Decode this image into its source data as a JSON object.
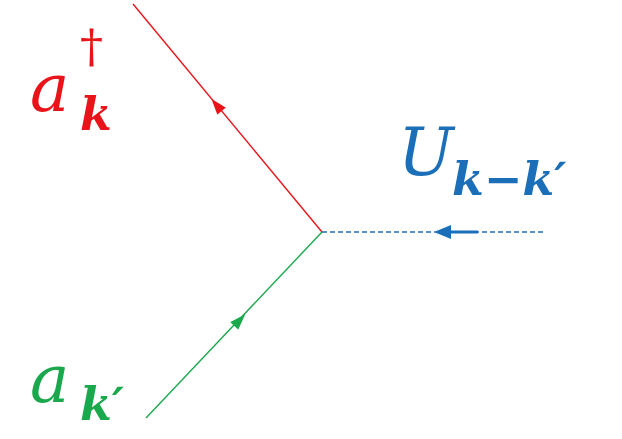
{
  "colors": {
    "out_line": "#e8141a",
    "in_line": "#1aa84c",
    "potential": "#1a6fb8",
    "background": "#ffffff"
  },
  "labels": {
    "out_base": "a",
    "out_super": "†",
    "out_sub": "k",
    "in_base": "a",
    "in_sub": "k′",
    "pot_base": "U",
    "pot_sub": "k−k′"
  }
}
